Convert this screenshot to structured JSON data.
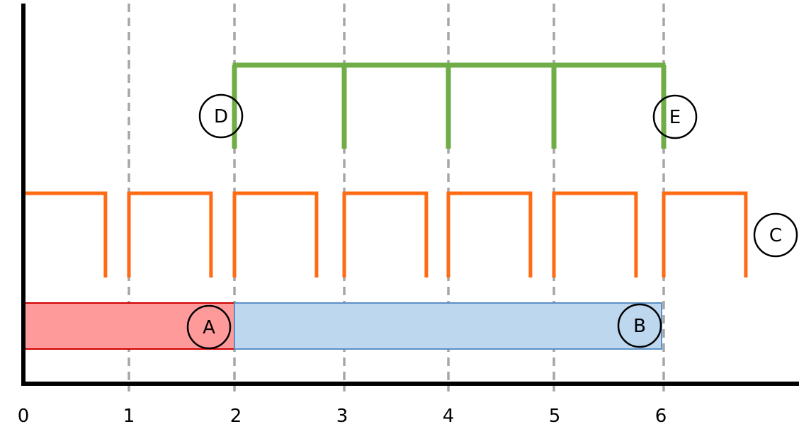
{
  "axis": {
    "ticks": [
      "0",
      "1",
      "2",
      "3",
      "4",
      "5",
      "6"
    ]
  },
  "bars": {
    "a": {
      "label": "A",
      "start": 0,
      "end": 2,
      "fill": "#ff9a9a",
      "stroke": "#cc0000"
    },
    "b": {
      "label": "B",
      "start": 2,
      "end": 6,
      "fill": "#bdd7ee",
      "stroke": "#5b8fc7"
    }
  },
  "pulses": {
    "label": "C",
    "color": "#ff6a14",
    "starts": [
      0,
      1,
      2,
      3,
      4,
      5,
      6
    ],
    "width": 0.77
  },
  "comb": {
    "color": "#70ad47",
    "teeth": [
      2,
      3,
      4,
      5,
      6
    ],
    "start_label": "D",
    "end_label": "E"
  },
  "gridline_color": "#a6a6a6",
  "axis_color": "#000000"
}
